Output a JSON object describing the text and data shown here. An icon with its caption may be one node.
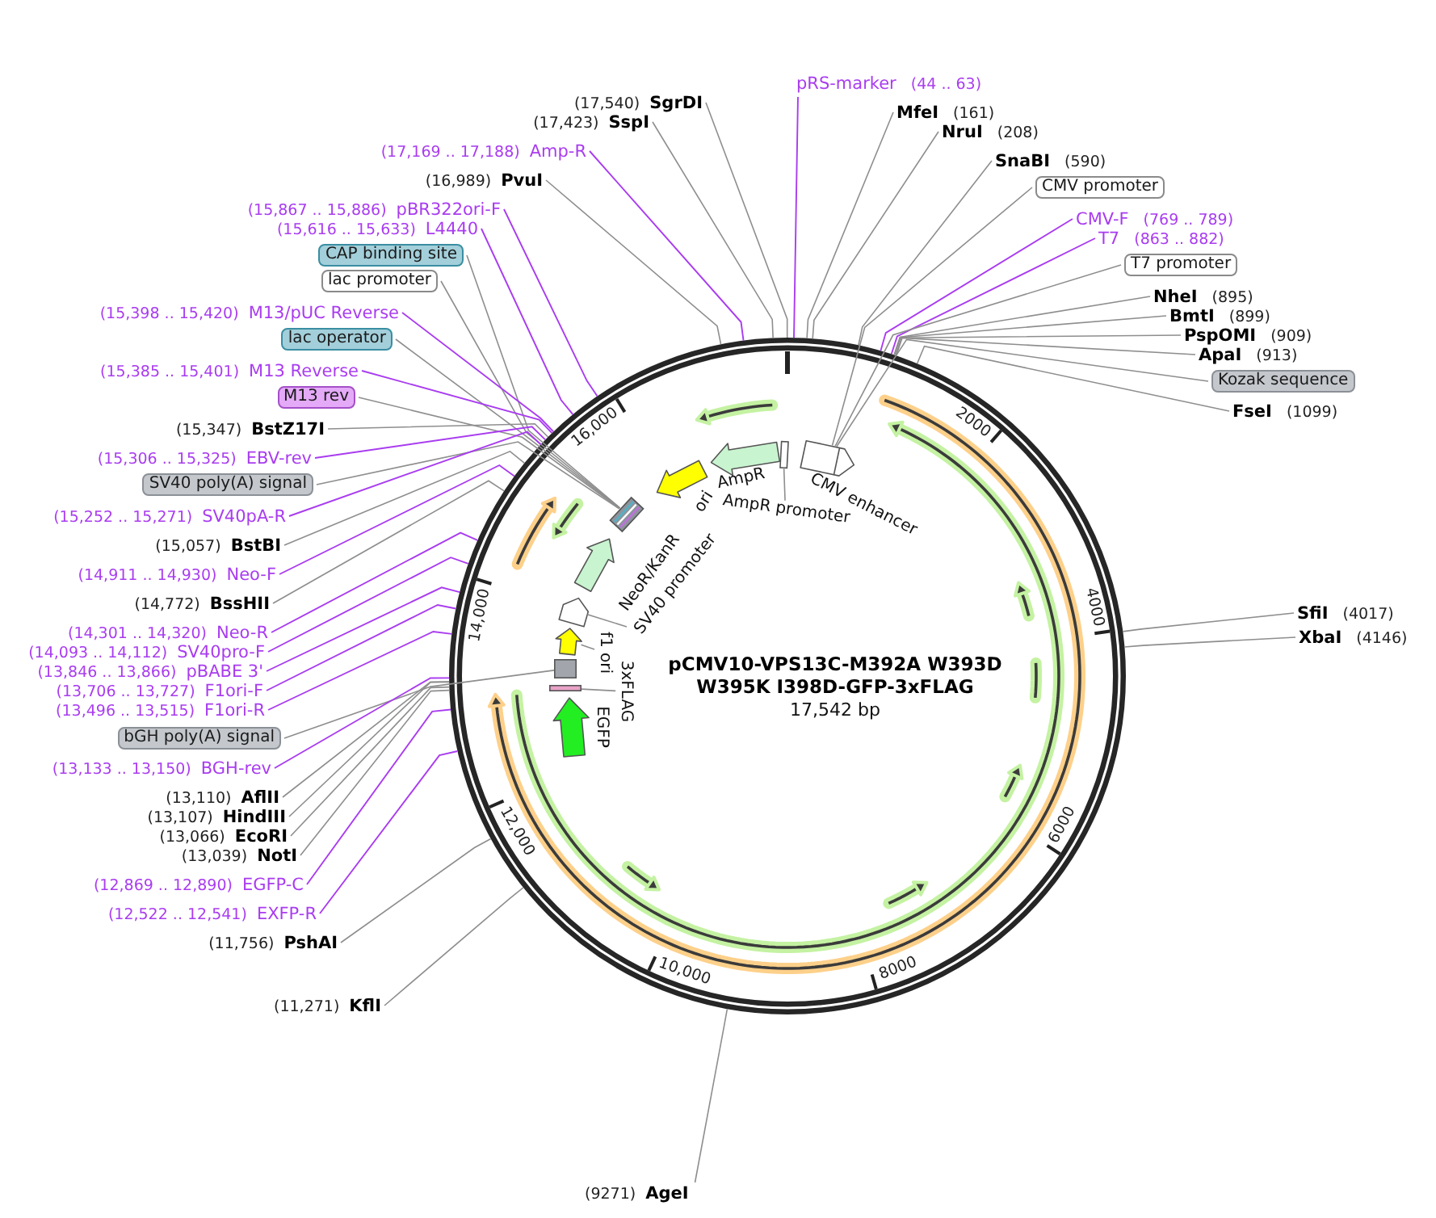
{
  "diagram": {
    "nodes": [
      {
        "text": [
          "pCMV10-VPS13C-M392A W393D W395K I398D-GFP-3xFLAG",
          "17,542 bp"
        ]
      },
      {
        "text": [],
        "shape": "arrow",
        "in": 0,
        "beside": [
          "CMV enhancer"
        ]
      },
      {
        "text": [],
        "shape": "box",
        "in": 0
      },
      {
        "text": [],
        "shape": "arrow",
        "in": 0,
        "beside": [
          "AmpR"
        ]
      },
      {
        "text": [],
        "shape": "arrow",
        "in": 0,
        "beside": [
          "ori"
        ]
      },
      {
        "text": [],
        "shape": "box",
        "in": 0
      },
      {
        "text": [],
        "shape": "arrow",
        "in": 0,
        "beside": [
          "NeoR/KanR"
        ]
      },
      {
        "text": [],
        "shape": "arrow",
        "in": 0
      },
      {
        "text": [],
        "shape": "arrow",
        "in": 0
      },
      {
        "text": [],
        "shape": "box",
        "in": 0
      },
      {
        "text": [],
        "shape": "bar",
        "in": 0
      },
      {
        "text": [],
        "shape": "arrow",
        "in": 0,
        "beside": [
          "EGFP"
        ]
      },
      {
        "text": [
          "(17,540)",
          "SgrDI"
        ]
      },
      {
        "text": [
          "(17,423)",
          "SspI"
        ]
      },
      {
        "text": [
          "(17,169 .. 17,188)",
          "Amp-R"
        ]
      },
      {
        "text": [
          "(16,989)",
          "PvuI"
        ]
      },
      {
        "text": [
          "(15,867 .. 15,886)",
          "pBR322ori-F"
        ]
      },
      {
        "text": [
          "(15,616 .. 15,633)",
          "L4440"
        ]
      },
      {
        "text": [
          "CAP binding site"
        ]
      },
      {
        "text": [
          "lac promoter"
        ]
      },
      {
        "text": [
          "(15,398 .. 15,420)",
          "M13/pUC Reverse"
        ]
      },
      {
        "text": [
          "lac operator"
        ]
      },
      {
        "text": [
          "(15,385 .. 15,401)",
          "M13 Reverse"
        ]
      },
      {
        "text": [
          "M13 rev"
        ]
      },
      {
        "text": [
          "(15,347)",
          "BstZ17I"
        ]
      },
      {
        "text": [
          "(15,306 .. 15,325)",
          "EBV-rev"
        ]
      },
      {
        "text": [
          "SV40 poly(A) signal"
        ]
      },
      {
        "text": [
          "(15,252 .. 15,271)",
          "SV40pA-R"
        ]
      },
      {
        "text": [
          "(15,057)",
          "BstBI"
        ]
      },
      {
        "text": [
          "(14,911 .. 14,930)",
          "Neo-F"
        ]
      },
      {
        "text": [
          "(14,772)",
          "BssHII"
        ]
      },
      {
        "text": [
          "(14,301 .. 14,320)",
          "Neo-R"
        ]
      },
      {
        "text": [
          "(14,093 .. 14,112)",
          "SV40pro-F"
        ]
      },
      {
        "text": [
          "(13,846 .. 13,866)",
          "pBABE 3'"
        ]
      },
      {
        "text": [
          "(13,706 .. 13,727)",
          "F1ori-F"
        ]
      },
      {
        "text": [
          "(13,496 .. 13,515)",
          "F1ori-R"
        ]
      },
      {
        "text": [
          "bGH poly(A) signal"
        ]
      },
      {
        "text": [
          "(13,133 .. 13,150)",
          "BGH-rev"
        ]
      },
      {
        "text": [
          "(13,110)",
          "AflII"
        ]
      },
      {
        "text": [
          "(13,107)",
          "HindIII"
        ]
      },
      {
        "text": [
          "(13,066)",
          "EcoRI"
        ]
      },
      {
        "text": [
          "(13,039)",
          "NotI"
        ]
      },
      {
        "text": [
          "(12,869 .. 12,890)",
          "EGFP-C"
        ]
      },
      {
        "text": [
          "(12,522 .. 12,541)",
          "EXFP-R"
        ]
      },
      {
        "text": [
          "(11,756)",
          "PshAI"
        ]
      },
      {
        "text": [
          "(11,271)",
          "KflI"
        ]
      },
      {
        "text": [
          "pRS-marker",
          "(44 .. 63)"
        ]
      },
      {
        "text": [
          "MfeI",
          "(161)"
        ]
      },
      {
        "text": [
          "NruI",
          "(208)"
        ]
      },
      {
        "text": [
          "SnaBI",
          "(590)"
        ]
      },
      {
        "text": [
          "CMV promoter"
        ]
      },
      {
        "text": [
          "CMV-F",
          "(769 .. 789)"
        ]
      },
      {
        "text": [
          "T7",
          "(863 .. 882)"
        ]
      },
      {
        "text": [
          "T7 promoter"
        ]
      },
      {
        "text": [
          "NheI",
          "(895)"
        ]
      },
      {
        "text": [
          "BmtI",
          "(899)"
        ]
      },
      {
        "text": [
          "PspOMI",
          "(909)"
        ]
      },
      {
        "text": [
          "ApaI",
          "(913)"
        ]
      },
      {
        "text": [
          "Kozak sequence"
        ]
      },
      {
        "text": [
          "FseI",
          "(1099)"
        ]
      },
      {
        "text": [
          "SfiI",
          "(4017)"
        ]
      },
      {
        "text": [
          "XbaI",
          "(4146)"
        ]
      },
      {
        "text": [
          "(9271)",
          "AgeI"
        ]
      },
      {
        "text": [
          "AmpR promoter"
        ],
        "in": 0
      },
      {
        "text": [
          "SV40 promoter"
        ],
        "in": 0
      },
      {
        "text": [
          "f1 ori"
        ],
        "in": 0
      },
      {
        "text": [
          "3xFLAG"
        ],
        "in": 0
      }
    ],
    "edges": [
      {
        "from": 12,
        "to": 0,
        "arrow": "none"
      },
      {
        "from": 13,
        "to": 0,
        "arrow": "none"
      },
      {
        "from": 14,
        "to": 0,
        "arrow": "none",
        "color": "#a93cf0"
      },
      {
        "from": 15,
        "to": 0,
        "arrow": "none"
      },
      {
        "from": 16,
        "to": 0,
        "arrow": "none",
        "color": "#a93cf0"
      },
      {
        "from": 17,
        "to": 0,
        "arrow": "none",
        "color": "#a93cf0"
      },
      {
        "from": 18,
        "to": 5,
        "arrow": "none"
      },
      {
        "from": 19,
        "to": 5,
        "arrow": "none"
      },
      {
        "from": 20,
        "to": 0,
        "arrow": "none",
        "color": "#a93cf0"
      },
      {
        "from": 21,
        "to": 5,
        "arrow": "none"
      },
      {
        "from": 22,
        "to": 0,
        "arrow": "none",
        "color": "#a93cf0"
      },
      {
        "from": 23,
        "to": 5,
        "arrow": "none"
      },
      {
        "from": 24,
        "to": 0,
        "arrow": "none"
      },
      {
        "from": 25,
        "to": 0,
        "arrow": "none",
        "color": "#a93cf0"
      },
      {
        "from": 26,
        "to": 5,
        "arrow": "none"
      },
      {
        "from": 27,
        "to": 0,
        "arrow": "none",
        "color": "#a93cf0"
      },
      {
        "from": 28,
        "to": 0,
        "arrow": "none"
      },
      {
        "from": 29,
        "to": 0,
        "arrow": "none",
        "color": "#a93cf0"
      },
      {
        "from": 30,
        "to": 0,
        "arrow": "none"
      },
      {
        "from": 31,
        "to": 0,
        "arrow": "none",
        "color": "#a93cf0"
      },
      {
        "from": 32,
        "to": 0,
        "arrow": "none",
        "color": "#a93cf0"
      },
      {
        "from": 33,
        "to": 0,
        "arrow": "none",
        "color": "#a93cf0"
      },
      {
        "from": 34,
        "to": 0,
        "arrow": "none",
        "color": "#a93cf0"
      },
      {
        "from": 35,
        "to": 0,
        "arrow": "none",
        "color": "#a93cf0"
      },
      {
        "from": 36,
        "to": 9,
        "arrow": "none"
      },
      {
        "from": 37,
        "to": 0,
        "arrow": "none",
        "color": "#a93cf0"
      },
      {
        "from": 38,
        "to": 0,
        "arrow": "none"
      },
      {
        "from": 39,
        "to": 0,
        "arrow": "none"
      },
      {
        "from": 40,
        "to": 0,
        "arrow": "none"
      },
      {
        "from": 41,
        "to": 0,
        "arrow": "none"
      },
      {
        "from": 42,
        "to": 0,
        "arrow": "none",
        "color": "#a93cf0"
      },
      {
        "from": 43,
        "to": 0,
        "arrow": "none",
        "color": "#a93cf0"
      },
      {
        "from": 44,
        "to": 0,
        "arrow": "none"
      },
      {
        "from": 45,
        "to": 0,
        "arrow": "none"
      },
      {
        "from": 46,
        "to": 0,
        "arrow": "none",
        "color": "#a93cf0"
      },
      {
        "from": 47,
        "to": 0,
        "arrow": "none"
      },
      {
        "from": 48,
        "to": 0,
        "arrow": "none"
      },
      {
        "from": 49,
        "to": 0,
        "arrow": "none"
      },
      {
        "from": 50,
        "to": 1,
        "arrow": "none"
      },
      {
        "from": 51,
        "to": 0,
        "arrow": "none",
        "color": "#a93cf0"
      },
      {
        "from": 52,
        "to": 0,
        "arrow": "none",
        "color": "#a93cf0"
      },
      {
        "from": 53,
        "to": 1,
        "arrow": "none"
      },
      {
        "from": 54,
        "to": 0,
        "arrow": "none"
      },
      {
        "from": 55,
        "to": 0,
        "arrow": "none"
      },
      {
        "from": 56,
        "to": 0,
        "arrow": "none"
      },
      {
        "from": 57,
        "to": 0,
        "arrow": "none"
      },
      {
        "from": 58,
        "to": 1,
        "arrow": "none"
      },
      {
        "from": 59,
        "to": 0,
        "arrow": "none"
      },
      {
        "from": 60,
        "to": 0,
        "arrow": "none"
      },
      {
        "from": 61,
        "to": 0,
        "arrow": "none"
      },
      {
        "from": 62,
        "to": 0,
        "arrow": "none"
      },
      {
        "from": 63,
        "to": 2,
        "arrow": "none"
      },
      {
        "from": 64,
        "to": 7,
        "arrow": "none"
      },
      {
        "from": 65,
        "to": 8,
        "arrow": "none"
      },
      {
        "from": 66,
        "to": 10,
        "arrow": "none"
      }
    ],
    "labels": [
      "2000",
      "4000",
      "6000",
      "8000",
      "10,000",
      "12,000",
      "14,000",
      "16,000"
    ]
  }
}
